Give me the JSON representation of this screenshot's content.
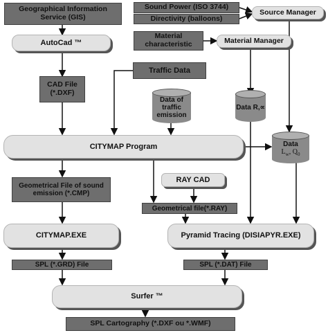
{
  "nodes": {
    "gis": "Geographical Information Service (GIS)",
    "sound_power": "Sound Power (ISO 3744)",
    "directivity": "Directivity (balloons)",
    "source_manager": "Source Manager",
    "material_char": "Material characteristic",
    "material_manager": "Material Manager",
    "autocad": "AutoCad ™",
    "traffic_data": "Traffic Data",
    "cad_file": "CAD File (*.DXF)",
    "traffic_emission": "Data of traffic emission",
    "data_r": "Data R,∝",
    "data_lw_prefix": "Data",
    "data_lw": "L",
    "data_lw_sub": "w",
    "data_lw_mid": ", Q",
    "data_lw_q": "0",
    "citymap_program": "CITYMAP Program",
    "geo_sound": "Geometrical File of sound emission (*.CMP)",
    "ray_cad": "RAY CAD",
    "geo_ray": "Geometrical file(*.RAY)",
    "citymap_exe": "CITYMAP.EXE",
    "pyramid": "Pyramid Tracing (DISIAPYR.EXE)",
    "spl_grd": "SPL (*.GRD) File",
    "spl_dat": "SPL (*.DAT) File",
    "surfer": "Surfer ™",
    "spl_carto": "SPL Cartography (*.DXF ou *.WMF)"
  }
}
